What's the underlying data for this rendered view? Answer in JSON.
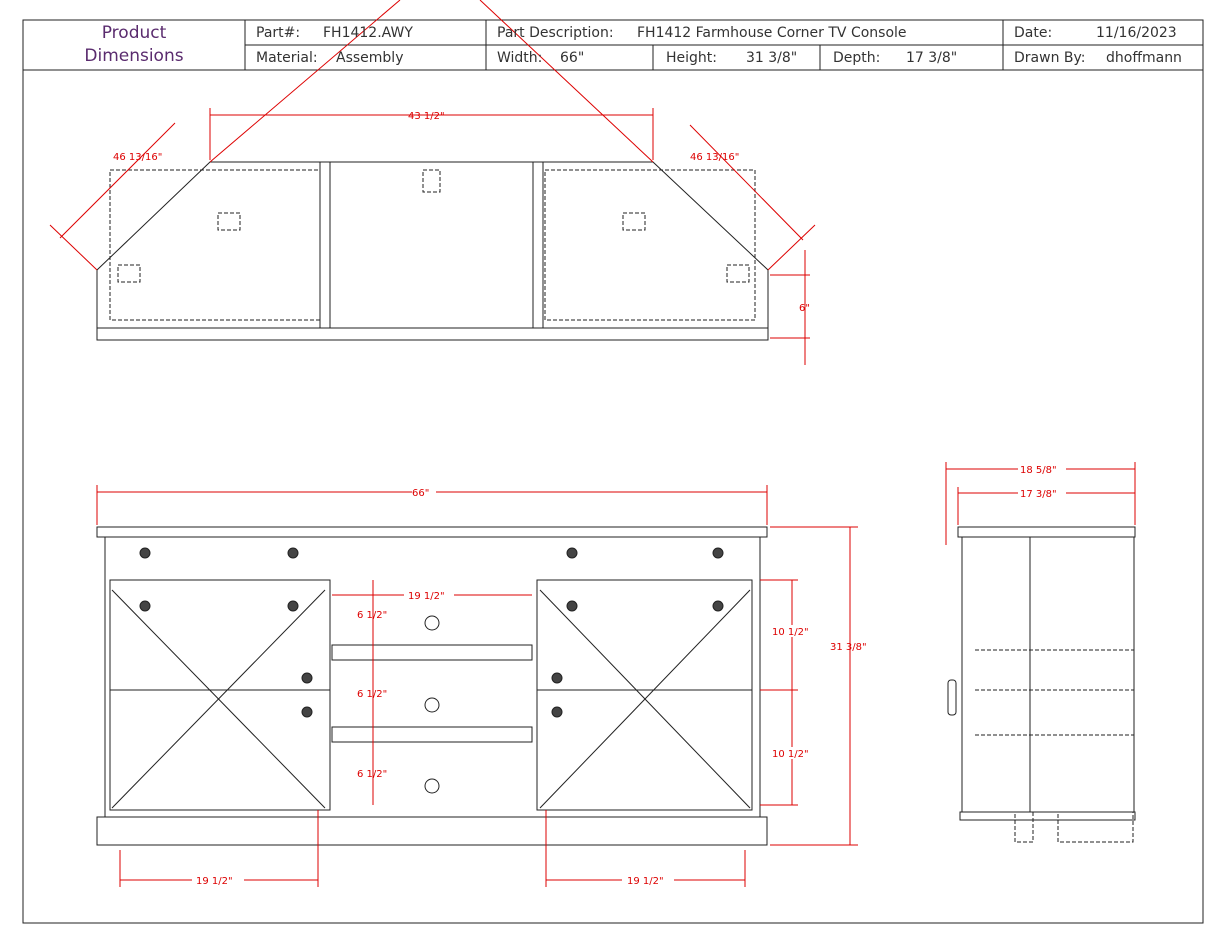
{
  "title": {
    "line1": "Product",
    "line2": "Dimensions"
  },
  "fields": {
    "part_label": "Part#:",
    "part_value": "FH1412.AWY",
    "material_label": "Material:",
    "material_value": "Assembly",
    "desc_label": "Part Description:",
    "desc_value": "FH1412 Farmhouse Corner TV Console",
    "width_label": "Width:",
    "width_value": "66\"",
    "height_label": "Height:",
    "height_value": "31 3/8\"",
    "depth_label": "Depth:",
    "depth_value": "17 3/8\"",
    "date_label": "Date:",
    "date_value": "11/16/2023",
    "drawn_label": "Drawn By:",
    "drawn_value": "dhoffmann"
  },
  "dims": {
    "top_width": "43 1/2\"",
    "top_diag_left": "46 13/16\"",
    "top_diag_right": "46 13/16\"",
    "top_depth": "6\"",
    "front_width": "66\"",
    "center_width": "19 1/2\"",
    "shelf1": "6 1/2\"",
    "shelf2": "6 1/2\"",
    "shelf3": "6 1/2\"",
    "door_upper": "10 1/2\"",
    "door_lower": "10 1/2\"",
    "overall_height": "31 3/8\"",
    "left_door": "19 1/2\"",
    "right_door": "19 1/2\"",
    "side_overall": "18 5/8\"",
    "side_depth": "17 3/8\""
  },
  "colors": {
    "dim": "#dd0000",
    "title": "#5a2b6e",
    "line": "#222222"
  }
}
